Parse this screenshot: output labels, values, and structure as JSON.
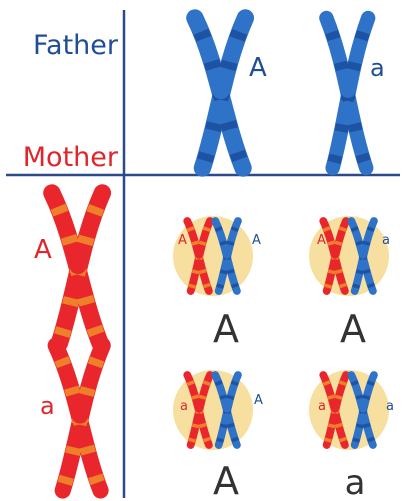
{
  "colors": {
    "father": "#2f73c9",
    "father_dark": "#1d4f9e",
    "mother": "#e8262b",
    "mother_band": "#f08a2a",
    "cell_circle": "#f7dfa0",
    "grid": "#2c4a8a",
    "header_text_father": "#1f4e96",
    "header_text_mother": "#e0262b",
    "genotype_text": "#333333"
  },
  "labels": {
    "father": "Father",
    "mother": "Mother"
  },
  "father_chromosomes": [
    {
      "allele": "A",
      "icon": "blue-chromosome-icon"
    },
    {
      "allele": "a",
      "icon": "blue-chromosome-icon"
    }
  ],
  "mother_chromosomes": [
    {
      "allele": "A",
      "icon": "red-chromosome-icon"
    },
    {
      "allele": "a",
      "icon": "red-chromosome-icon"
    }
  ],
  "offspring": [
    {
      "mother_allele": "A",
      "father_allele": "A",
      "genotype": "A"
    },
    {
      "mother_allele": "A",
      "father_allele": "a",
      "genotype": "A"
    },
    {
      "mother_allele": "a",
      "father_allele": "A",
      "genotype": "A"
    },
    {
      "mother_allele": "a",
      "father_allele": "a",
      "genotype": "a"
    }
  ]
}
